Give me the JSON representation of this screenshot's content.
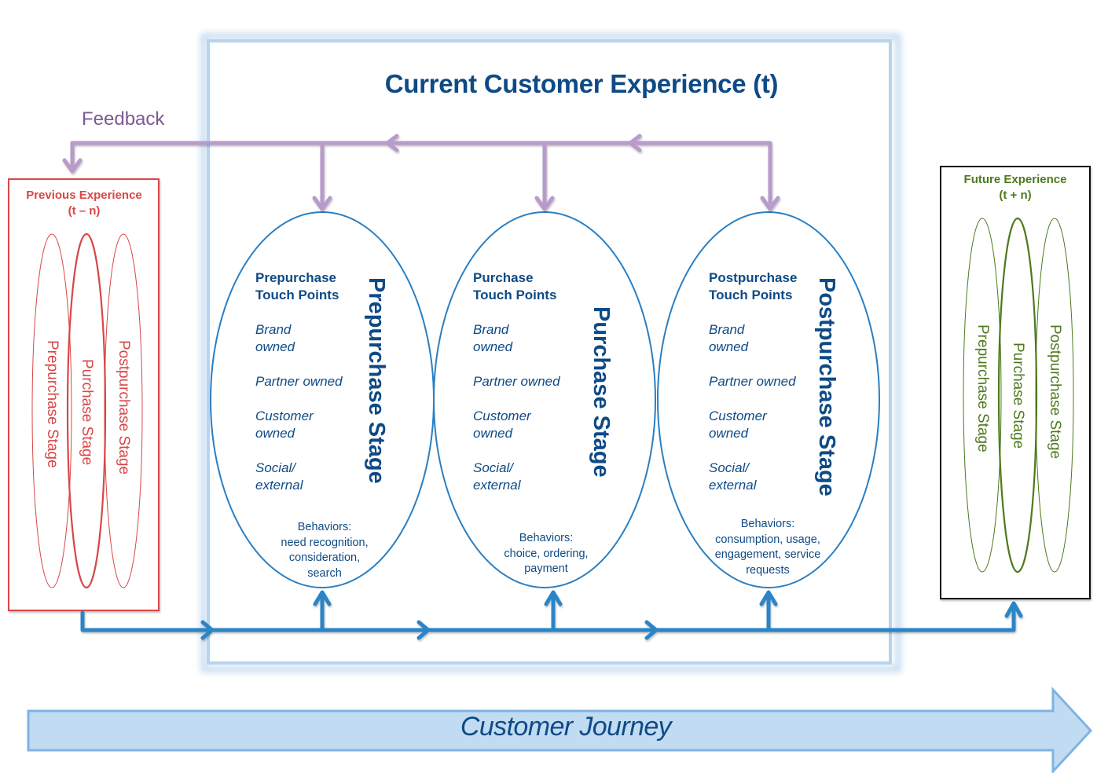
{
  "title": "Current Customer Experience (t)",
  "feedback_label": "Feedback",
  "colors": {
    "previous": "#d94646",
    "future": "#4d7a1e",
    "current_accent": "#0e4a86",
    "flow_arrow": "#2a85c7",
    "feedback_arrow": "#b89acb",
    "journey_fill": "#c1dbf2"
  },
  "previous_experience": {
    "title_line1": "Previous Experience",
    "title_line2": "(t – n)",
    "stages": [
      "Prepurchase Stage",
      "Purchase Stage",
      "Postpurchase Stage"
    ]
  },
  "future_experience": {
    "title_line1": "Future Experience",
    "title_line2": "(t + n)",
    "stages": [
      "Prepurchase Stage",
      "Purchase Stage",
      "Postpurchase Stage"
    ]
  },
  "stages": [
    {
      "name": "Prepurchase Stage",
      "touchpoints_heading_line1": "Prepurchase",
      "touchpoints_heading_line2": "Touch Points",
      "touchpoints": [
        "Brand owned",
        "Partner owned",
        "Customer owned",
        "Social/ external"
      ],
      "behaviors_line1": "Behaviors:",
      "behaviors_line2": "need recognition,",
      "behaviors_line3": "consideration,",
      "behaviors_line4": "search"
    },
    {
      "name": "Purchase Stage",
      "touchpoints_heading_line1": "Purchase",
      "touchpoints_heading_line2": "Touch Points",
      "touchpoints": [
        "Brand owned",
        "Partner owned",
        "Customer owned",
        "Social/ external"
      ],
      "behaviors_line1": "Behaviors:",
      "behaviors_line2": "choice, ordering,",
      "behaviors_line3": "payment",
      "behaviors_line4": ""
    },
    {
      "name": "Postpurchase Stage",
      "touchpoints_heading_line1": "Postpurchase",
      "touchpoints_heading_line2": "Touch Points",
      "touchpoints": [
        "Brand owned",
        "Partner owned",
        "Customer owned",
        "Social/ external"
      ],
      "behaviors_line1": "Behaviors:",
      "behaviors_line2": "consumption, usage,",
      "behaviors_line3": "engagement, service",
      "behaviors_line4": "requests"
    }
  ],
  "journey_label": "Customer Journey"
}
